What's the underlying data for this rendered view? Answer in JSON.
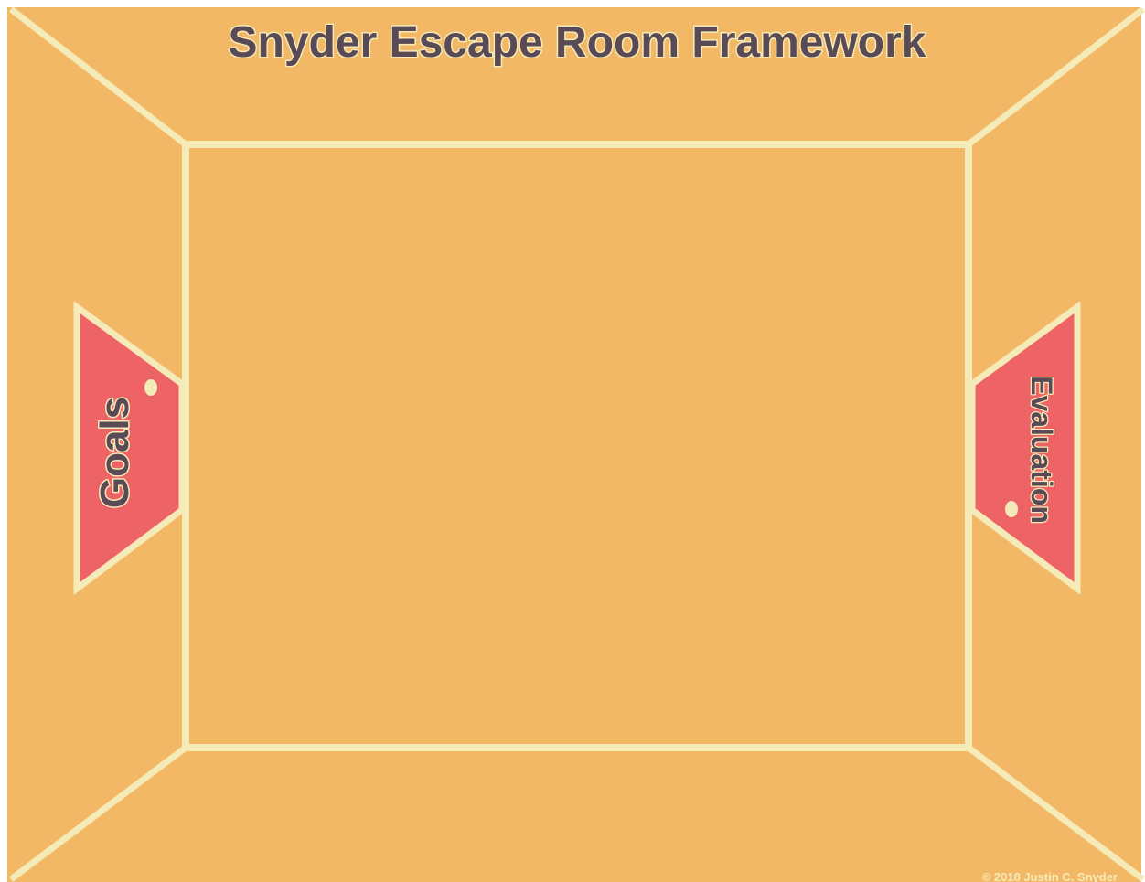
{
  "title": "Snyder Escape Room Framework",
  "left_door_label": "Goals",
  "right_door_label": "Evaluation",
  "copyright": "© 2018 Justin C. Snyder",
  "colors": {
    "wall": "#F2B865",
    "line": "#F5EBB8",
    "door": "#EE6366",
    "text": "#5A4A55",
    "page": "#FFFFFF"
  }
}
